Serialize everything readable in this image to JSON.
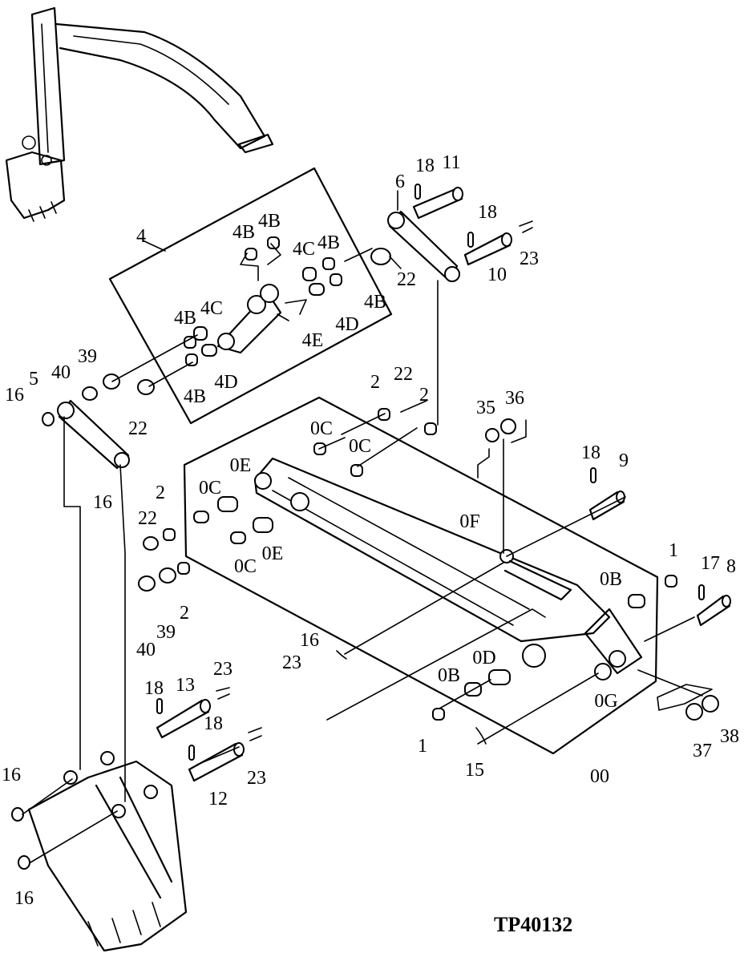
{
  "figure_code": "TP40132",
  "labels": {
    "l11": "11",
    "l18a": "18",
    "l6": "6",
    "l18b": "18",
    "l23a": "23",
    "l10": "10",
    "l22a": "22",
    "l4": "4",
    "l4b1": "4B",
    "l4b2": "4B",
    "l4b3": "4B",
    "l4c1": "4C",
    "l4b4": "4B",
    "l4c2": "4C",
    "l4b5": "4B",
    "l4d1": "4D",
    "l4e": "4E",
    "l4d2": "4D",
    "l4b6": "4B",
    "l39a": "39",
    "l40a": "40",
    "l5": "5",
    "l16a": "16",
    "l22b": "22",
    "l16b": "16",
    "l2a": "2",
    "l22c": "22",
    "l2b": "2",
    "l0c1": "0C",
    "l0c2": "0C",
    "l0e1": "0E",
    "l0c3": "0C",
    "l2c": "2",
    "l22d": "22",
    "l0c4": "0C",
    "l0e2": "0E",
    "l40b": "40",
    "l39b": "39",
    "l2d": "2",
    "l35": "35",
    "l36": "36",
    "l18c": "18",
    "l9": "9",
    "l0f": "0F",
    "l1a": "1",
    "l0b1": "0B",
    "l17": "17",
    "l8": "8",
    "l16c": "16",
    "l23b": "23",
    "l0d": "0D",
    "l0b2": "0B",
    "l0g": "0G",
    "l1b": "1",
    "l15": "15",
    "l00": "00",
    "l37": "37",
    "l38": "38",
    "l18d": "18",
    "l13": "13",
    "l23c": "23",
    "l18e": "18",
    "l12": "12",
    "l23d": "23",
    "l16d": "16",
    "l16e": "16"
  }
}
